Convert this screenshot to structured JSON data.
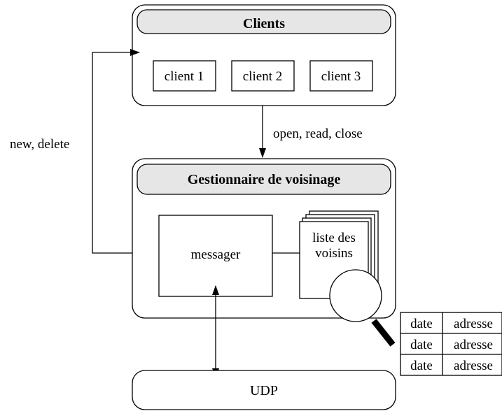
{
  "clients": {
    "title": "Clients",
    "items": [
      "client 1",
      "client 2",
      "client 3"
    ]
  },
  "gestionnaire": {
    "title": "Gestionnaire de voisinage",
    "messager": "messager",
    "liste_line1": "liste des",
    "liste_line2": "voisins"
  },
  "udp": {
    "label": "UDP"
  },
  "arrows": {
    "open_read_close": "open, read, close",
    "new_delete": "new, delete"
  },
  "table": {
    "rows": [
      {
        "date": "date",
        "adresse": "adresse"
      },
      {
        "date": "date",
        "adresse": "adresse"
      },
      {
        "date": "date",
        "adresse": "adresse"
      }
    ]
  }
}
